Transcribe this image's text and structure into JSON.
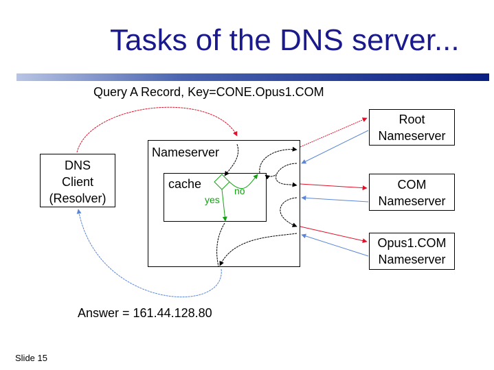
{
  "slide": {
    "title": "Tasks of the DNS server...",
    "footer": "Slide 15"
  },
  "diagram": {
    "query_label": "Query A Record, Key=CONE.Opus1.COM",
    "answer_label": "Answer = 161.44.128.80",
    "client": {
      "line1": "DNS",
      "line2": "Client",
      "line3": "(Resolver)"
    },
    "nameserver_label": "Nameserver",
    "cache_label": "cache",
    "yes_label": "yes",
    "no_label": "no",
    "root": {
      "line1": "Root",
      "line2": "Nameserver"
    },
    "com": {
      "line1": "COM",
      "line2": "Nameserver"
    },
    "opus": {
      "line1": "Opus1.COM",
      "line2": "Nameserver"
    }
  },
  "colors": {
    "title": "#1a1a8c",
    "request_arrow": "#e0102a",
    "reply_arrow": "#5b86d6",
    "cache_decision": "#12a012",
    "internal_arrow": "#000000"
  }
}
